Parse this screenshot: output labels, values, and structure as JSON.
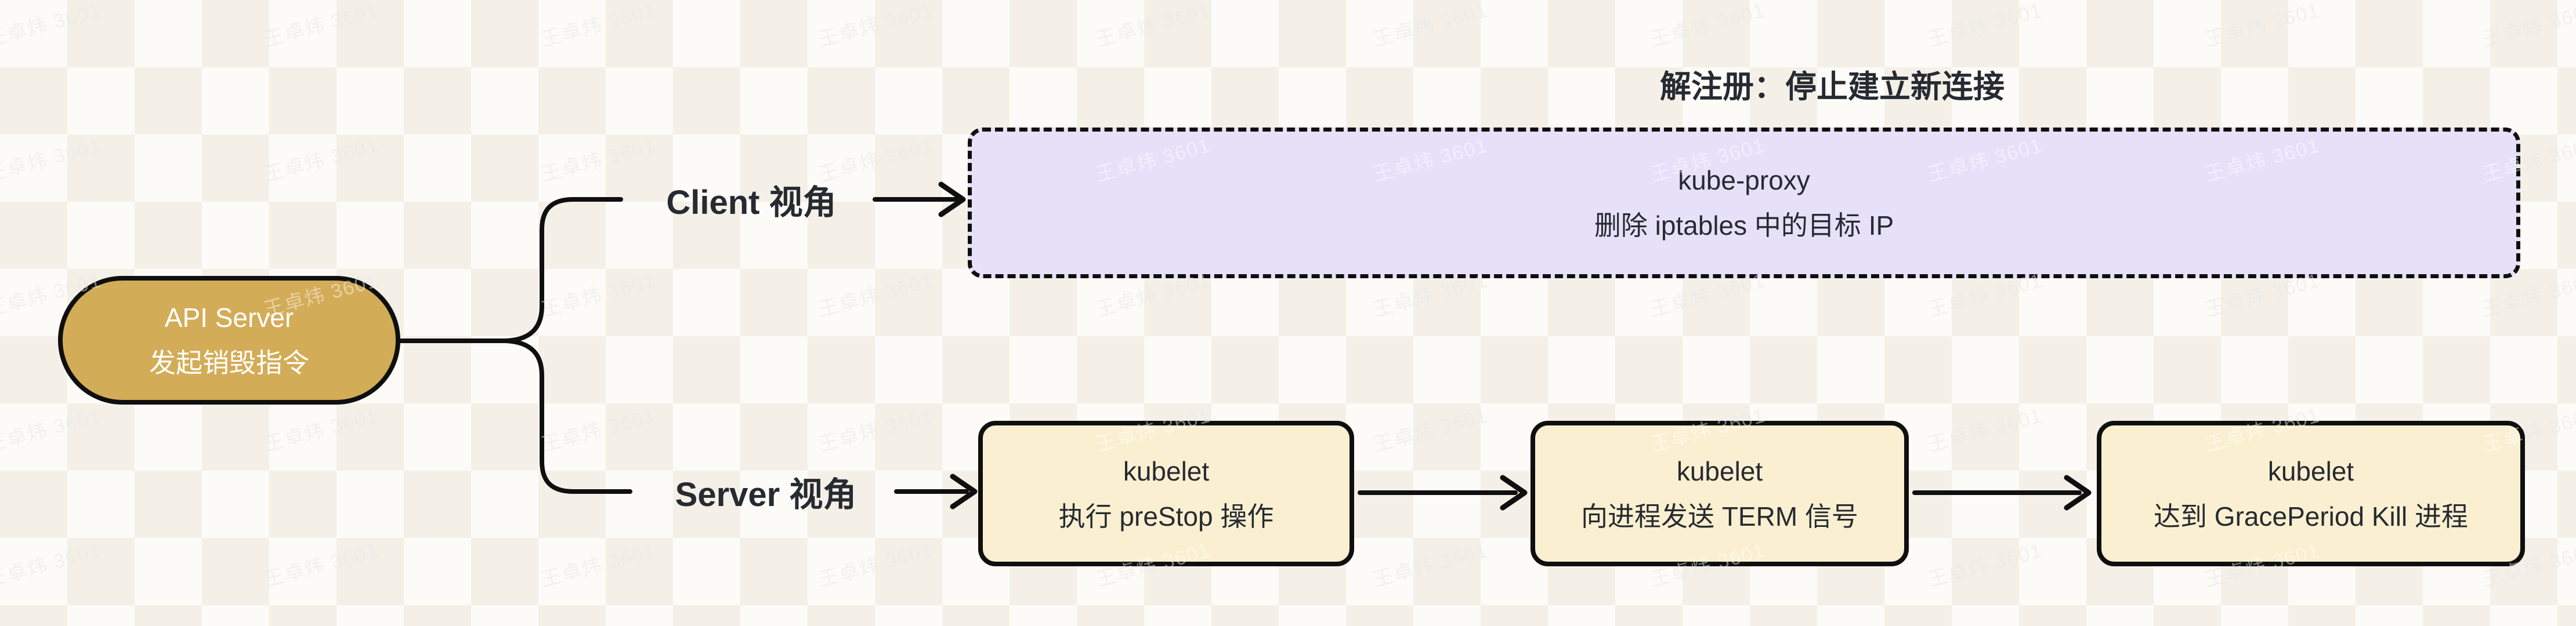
{
  "watermark": {
    "text": "王卓炜 3601"
  },
  "root_node": {
    "line1": "API Server",
    "line2": "发起销毁指令"
  },
  "branches": {
    "client": {
      "label": "Client 视角",
      "annotation": "解注册：停止建立新连接",
      "node": {
        "line1": "kube-proxy",
        "line2": "删除 iptables 中的目标 IP"
      }
    },
    "server": {
      "label": "Server 视角",
      "nodes": [
        {
          "line1": "kubelet",
          "line2": "执行 preStop 操作"
        },
        {
          "line1": "kubelet",
          "line2": "向进程发送 TERM 信号"
        },
        {
          "line1": "kubelet",
          "line2": "达到 GracePeriod Kill 进程"
        }
      ]
    }
  },
  "colors": {
    "gold": "#D3AC57",
    "cream": "#FAF0D1",
    "lavender": "#E7E0F9",
    "ink": "#0f0f0f",
    "text_dark": "#262A31",
    "background": "#FCFBF7"
  }
}
